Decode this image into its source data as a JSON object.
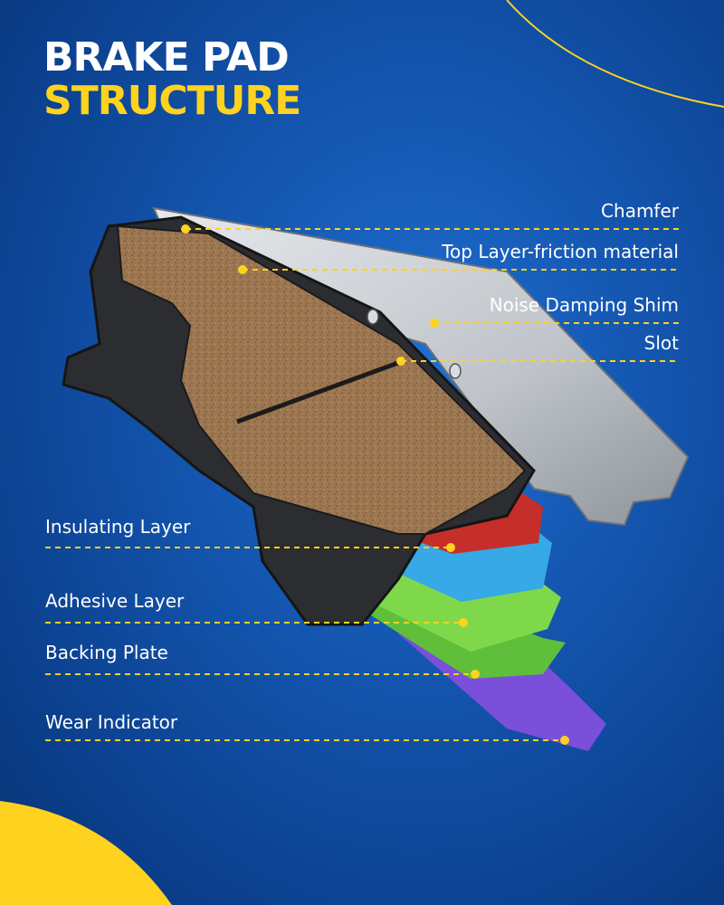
{
  "title": {
    "line1": "BRAKE PAD",
    "line2": "STRUCTURE"
  },
  "colors": {
    "background": "#1456b0",
    "title_accent": "#ffd21f",
    "leader_line": "#ffd21f",
    "friction_material": "#a07a52",
    "shim": "#c9cdd2",
    "insulating_layer": "#c62e2a",
    "adhesive_layer": "#36a9e6",
    "backing_plate": "#7fd84a",
    "wear_indicator": "#7a4fd9"
  },
  "labels": {
    "chamfer": "Chamfer",
    "top_layer": "Top Layer-friction material",
    "noise_shim": "Noise Damping Shim",
    "slot": "Slot",
    "insulating": "Insulating Layer",
    "adhesive": "Adhesive Layer",
    "backing": "Backing Plate",
    "wear": "Wear Indicator"
  }
}
